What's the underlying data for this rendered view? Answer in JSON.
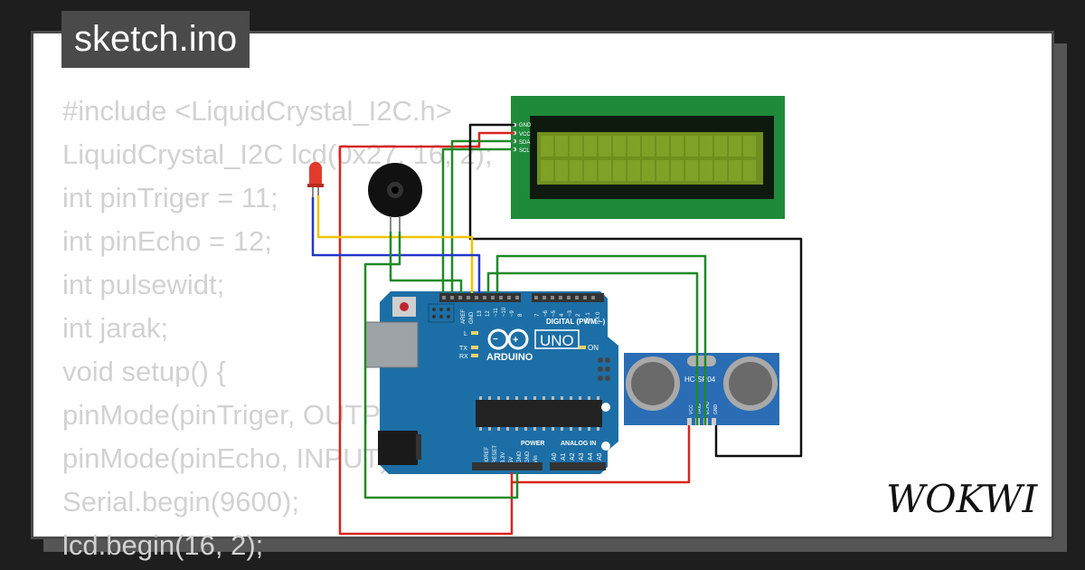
{
  "file_tab": {
    "label": "sketch.ino"
  },
  "code": {
    "lines": [
      "#include <LiquidCrystal_I2C.h>",
      "LiquidCrystal_I2C lcd(0x27, 16, 2);",
      "int pinTriger = 11;",
      "int pinEcho = 12;",
      "int pulsewidt;",
      "int jarak;",
      "void setup() {",
      "pinMode(pinTriger, OUTPUT);",
      "pinMode(pinEcho, INPUT);",
      "Serial.begin(9600);",
      "lcd.begin(16, 2);"
    ]
  },
  "lcd": {
    "pins": [
      "GND",
      "VCC",
      "SDA",
      "SCL"
    ]
  },
  "arduino": {
    "brand": "ARDUINO",
    "model": "UNO",
    "digital_label": "DIGITAL (PWM ~)",
    "power_label": "POWER",
    "analog_label": "ANALOG IN",
    "on_label": "ON",
    "led_labels": [
      "L",
      "TX",
      "RX"
    ],
    "header_top": [
      "AREF",
      "GND",
      "13",
      "12",
      "~11",
      "~10",
      "~9",
      "8",
      "7",
      "~6",
      "~5",
      "4",
      "~3",
      "2",
      "TX 1",
      "RX 0"
    ],
    "header_power": [
      "IOREF",
      "RESET",
      "3.3V",
      "5V",
      "GND",
      "GND",
      "Vin"
    ],
    "header_analog": [
      "A0",
      "A1",
      "A2",
      "A3",
      "A4",
      "A5"
    ]
  },
  "sensor": {
    "model": "HC-SR04",
    "pins": [
      "VCC",
      "TRIG",
      "ECHO",
      "GND"
    ]
  },
  "brand": {
    "name": "WOKWI"
  },
  "colors": {
    "wire_red": "#d9251d",
    "wire_green": "#1f8a26",
    "wire_black": "#111111",
    "wire_yellow": "#f2c200",
    "wire_blue": "#2438c8",
    "board": "#1c6fa6",
    "lcd_frame": "#1f8a3a",
    "lcd_screen": "#6f8f1e",
    "sensor_board": "#2a6db5"
  }
}
